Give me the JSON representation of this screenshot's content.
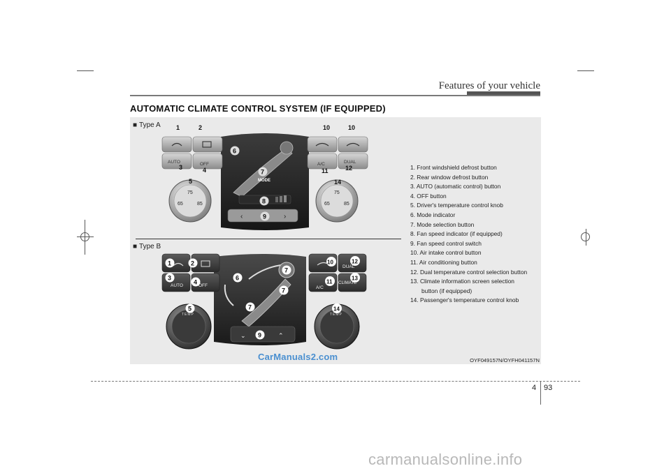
{
  "header": {
    "section_title": "Features of your vehicle"
  },
  "main_title": "AUTOMATIC CLIMATE CONTROL SYSTEM (IF EQUIPPED)",
  "figure": {
    "type_a_label": "Type A",
    "type_b_label": "Type B",
    "type_marker": "■",
    "reference_code": "OYF049157N/OYFH041157N",
    "panel_a": {
      "auto": "AUTO",
      "off": "OFF",
      "ac": "A/C",
      "dual": "DUAL",
      "mode": "MODE",
      "knob_top": "75",
      "knob_left": "65",
      "knob_right": "85",
      "callouts": [
        "1",
        "2",
        "3",
        "4",
        "5",
        "6",
        "7",
        "8",
        "9",
        "10",
        "10",
        "11",
        "12",
        "14"
      ]
    },
    "panel_b": {
      "auto": "AUTO",
      "off": "OFF",
      "ac": "A/C",
      "dual": "DUAL",
      "climate": "CLIMATE",
      "temp": "TEMP",
      "callouts": [
        "1",
        "2",
        "3",
        "4",
        "5",
        "6",
        "7",
        "7",
        "7",
        "9",
        "10",
        "11",
        "12",
        "13",
        "14"
      ]
    }
  },
  "legend": [
    "1. Front windshield defrost button",
    "2. Rear window defrost button",
    "3. AUTO (automatic control) button",
    "4. OFF button",
    "5. Driver's temperature control knob",
    "6. Mode indicator",
    "7. Mode selection button",
    "8. Fan speed indicator (if equipped)",
    "9. Fan speed control switch",
    "10. Air intake control button",
    "11. Air conditioning button",
    "12. Dual temperature control selection button",
    "13. Climate information screen selection",
    "button (if equipped)",
    "14. Passenger's temperature control knob"
  ],
  "page": {
    "chapter": "4",
    "number": "93"
  },
  "watermarks": {
    "site": "CarManuals2.com",
    "footer": "carmanualsonline.info"
  }
}
